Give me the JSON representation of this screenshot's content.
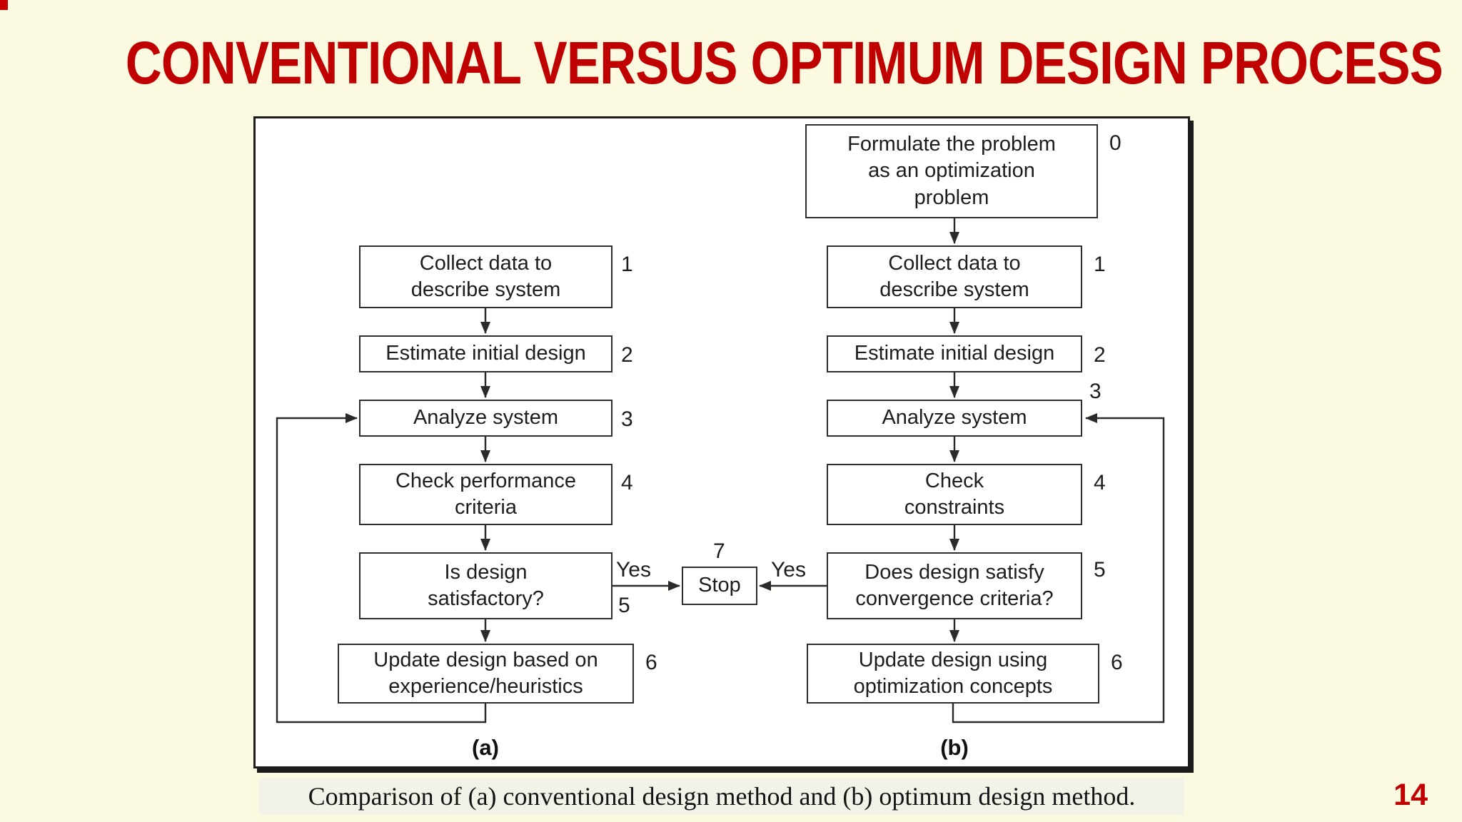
{
  "slide": {
    "title": "CONVENTIONAL VERSUS OPTIMUM DESIGN PROCESS",
    "page_number": "14",
    "caption": "Comparison of (a) conventional design method and (b) optimum design method."
  },
  "colors": {
    "accent_red": "#C00000",
    "background_cream": "#FBF9E0",
    "panel_white": "#FFFFFE",
    "line_black": "#2A2A2A"
  },
  "diagram": {
    "left": {
      "label": "(a)",
      "yes_label": "Yes",
      "steps": [
        {
          "num": "1",
          "text": "Collect data to describe system"
        },
        {
          "num": "2",
          "text": "Estimate initial design"
        },
        {
          "num": "3",
          "text": "Analyze system"
        },
        {
          "num": "4",
          "text": "Check performance criteria"
        },
        {
          "num": "5",
          "text": "Is design satisfactory?"
        },
        {
          "num": "6",
          "text": "Update design based on experience/heuristics"
        }
      ]
    },
    "right": {
      "label": "(b)",
      "yes_label": "Yes",
      "steps": [
        {
          "num": "0",
          "text": "Formulate the problem as an optimization problem"
        },
        {
          "num": "1",
          "text": "Collect data to describe system"
        },
        {
          "num": "2",
          "text": "Estimate initial design"
        },
        {
          "num": "3",
          "text": "Analyze system"
        },
        {
          "num": "4",
          "text": "Check constraints"
        },
        {
          "num": "5",
          "text": "Does design satisfy convergence criteria?"
        },
        {
          "num": "6",
          "text": "Update design using optimization concepts"
        }
      ]
    },
    "stop": {
      "num": "7",
      "text": "Stop"
    }
  }
}
